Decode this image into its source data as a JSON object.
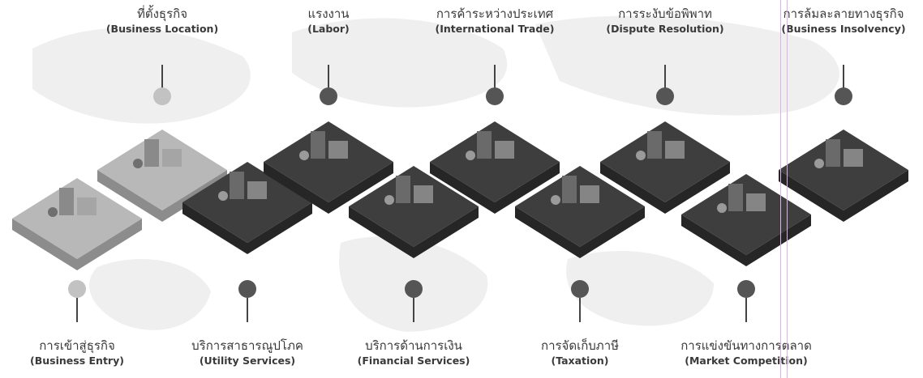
{
  "colors": {
    "light_tile": "#b8b8b8",
    "light_tile_side": "#8c8c8c",
    "dark_tile": "#3e3e3e",
    "dark_tile_side": "#262626",
    "dot_dark": "#555555",
    "dot_light": "#c2c2c2",
    "text": "#3a3a3a",
    "map": "#ececec"
  },
  "top_labels": [
    {
      "th": "ที่ตั้งธุรกิจ",
      "en": "(Business Location)",
      "dot": "light",
      "icon": "shop-icon"
    },
    {
      "th": "แรงงาน",
      "en": "(Labor)",
      "dot": "dark",
      "icon": "workers-icon"
    },
    {
      "th": "การค้าระหว่างประเทศ",
      "en": "(International Trade)",
      "dot": "dark",
      "icon": "trade-map-icon"
    },
    {
      "th": "การระงับข้อพิพาท",
      "en": "(Dispute Resolution)",
      "dot": "dark",
      "icon": "handshake-icon"
    },
    {
      "th": "การล้มละลายทางธุรกิจ",
      "en": "(Business Insolvency)",
      "dot": "dark",
      "icon": "declining-chart-icon"
    }
  ],
  "bottom_labels": [
    {
      "th": "การเข้าสู่ธุรกิจ",
      "en": "(Business Entry)",
      "dot": "light",
      "icon": "entry-door-icon"
    },
    {
      "th": "บริการสาธารณูปโภค",
      "en": "(Utility Services)",
      "dot": "dark",
      "icon": "city-icon"
    },
    {
      "th": "บริการด้านการเงิน",
      "en": "(Financial Services)",
      "dot": "dark",
      "icon": "coins-icon"
    },
    {
      "th": "การจัดเก็บภาษี",
      "en": "(Taxation)",
      "dot": "dark",
      "icon": "tax-desk-icon"
    },
    {
      "th": "การแข่งขันทางการตลาด",
      "en": "(Market Competition)",
      "dot": "dark",
      "icon": "competition-icon"
    }
  ]
}
